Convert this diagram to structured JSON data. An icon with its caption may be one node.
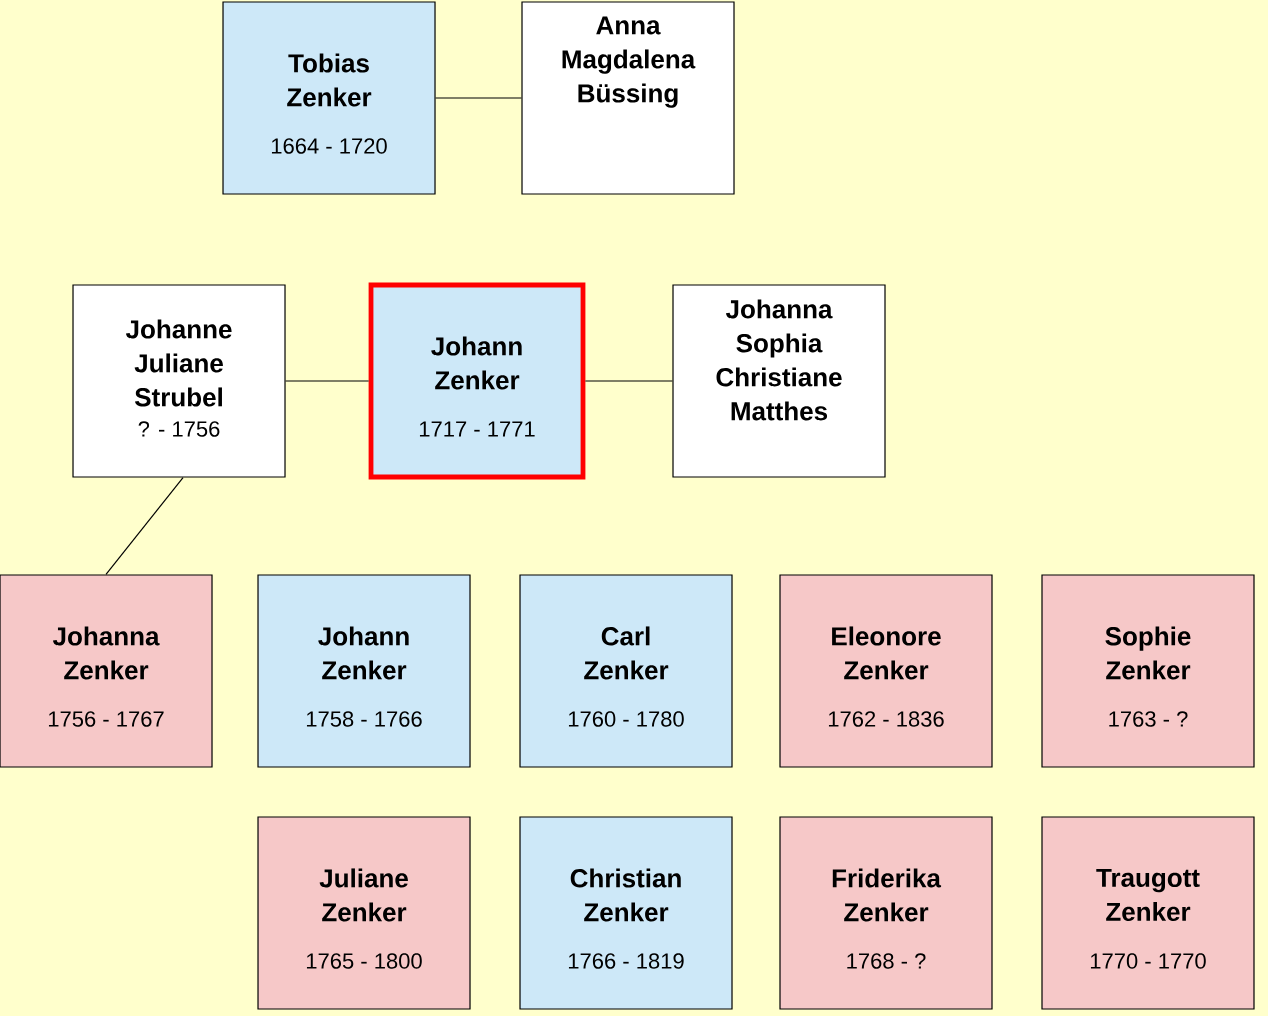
{
  "diagram": {
    "nodes": [
      {
        "text": [
          "Tobias Zenker",
          "1664 - 1720"
        ]
      },
      {
        "text": [
          "Anna Magdalena Büssing"
        ]
      },
      {
        "text": [
          "Johanne Juliane Strubel",
          "? - 1756"
        ]
      },
      {
        "text": [
          "Johann Zenker",
          "1717 - 1771"
        ]
      },
      {
        "text": [
          "Johanna Sophia Christiane Matthes"
        ]
      },
      {
        "text": [
          "Johanna Zenker",
          "1756 - 1767"
        ]
      },
      {
        "text": [
          "Johann Zenker",
          "1758 - 1766"
        ]
      },
      {
        "text": [
          "Carl Zenker",
          "1760 - 1780"
        ]
      },
      {
        "text": [
          "Eleonore Zenker",
          "1762 - 1836"
        ]
      },
      {
        "text": [
          "Sophie Zenker",
          "1763 - ?"
        ]
      },
      {
        "text": [
          "Juliane Zenker",
          "1765 - 1800"
        ]
      },
      {
        "text": [
          "Christian Zenker",
          "1766 - 1819"
        ]
      },
      {
        "text": [
          "Friderika Zenker",
          "1768 - ?"
        ]
      },
      {
        "text": [
          "Traugott Zenker",
          "1770 - 1770"
        ]
      }
    ],
    "edges": [
      {
        "from": 0,
        "to": 1,
        "arrow": "none"
      },
      {
        "from": 2,
        "to": 3,
        "arrow": "none"
      },
      {
        "from": 3,
        "to": 4,
        "arrow": "none"
      },
      {
        "from": 2,
        "to": 5,
        "arrow": "none"
      }
    ]
  }
}
